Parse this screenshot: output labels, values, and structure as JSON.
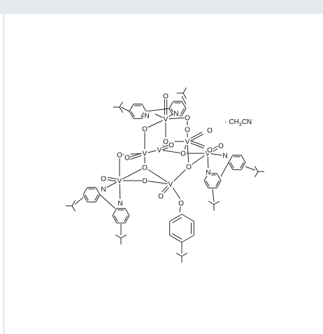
{
  "frame": {
    "bar_color": "#e4eaee",
    "border_color": "#c9d2d9"
  },
  "solvate": {
    "dot": "·",
    "ch3": "CH",
    "sub3": "3",
    "cn": "CN"
  },
  "atoms": {
    "V": "V",
    "O": "O",
    "N": "N"
  }
}
